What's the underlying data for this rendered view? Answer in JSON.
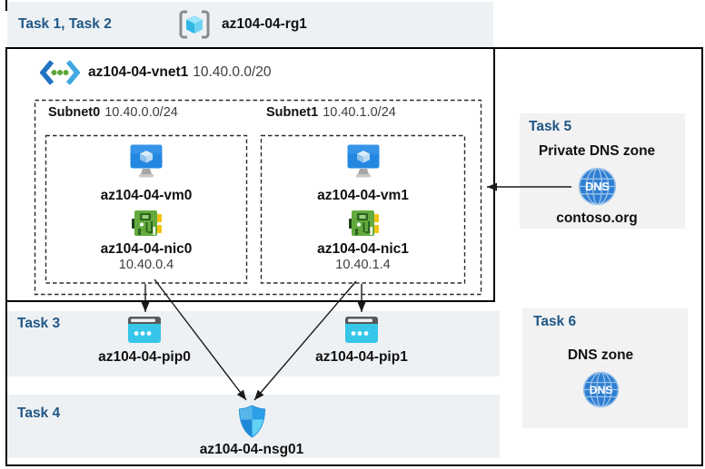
{
  "header": {
    "tasks": "Task 1, Task 2",
    "resource_group": "az104-04-rg1"
  },
  "vnet": {
    "name": "az104-04-vnet1",
    "cidr": "10.40.0.0/20"
  },
  "subnets": [
    {
      "name": "Subnet0",
      "cidr": "10.40.0.0/24",
      "vm": "az104-04-vm0",
      "nic": "az104-04-nic0",
      "ip": "10.40.0.4"
    },
    {
      "name": "Subnet1",
      "cidr": "10.40.1.0/24",
      "vm": "az104-04-vm1",
      "nic": "az104-04-nic1",
      "ip": "10.40.1.4"
    }
  ],
  "task3": {
    "label": "Task 3",
    "pip0": "az104-04-pip0",
    "pip1": "az104-04-pip1"
  },
  "task4": {
    "label": "Task 4",
    "nsg": "az104-04-nsg01"
  },
  "task5": {
    "label": "Task 5",
    "title": "Private DNS zone",
    "zone": "contoso.org"
  },
  "task6": {
    "label": "Task 6",
    "title": "DNS zone"
  },
  "icons": {
    "dns_label": "DNS",
    "names": [
      "resource-group-icon",
      "virtual-network-icon",
      "vm-icon",
      "nic-icon",
      "public-ip-icon",
      "nsg-shield-icon",
      "dns-globe-icon"
    ]
  },
  "colors": {
    "task_label_blue": "#1f5685",
    "band_bg": "#eef1f4",
    "panel_bg": "#f2f2f2",
    "border_black": "#000000",
    "dashed_border": "#2b2b2b",
    "vm_screen_blue": "#2488e0",
    "nic_green": "#62aa3e",
    "nic_yellow": "#f2c411",
    "pip_cyan": "#35c6e9",
    "pip_bar_gray": "#595959",
    "dns_blue": "#2e7fd2",
    "nsg_shield": [
      "#56b6ea",
      "#2d9fe8",
      "#1e88d8",
      "#62d2f5"
    ],
    "vnet_chevrons": [
      "#2173c2",
      "#3fa9e0"
    ],
    "vnet_dots_green": "#5ea73c"
  }
}
